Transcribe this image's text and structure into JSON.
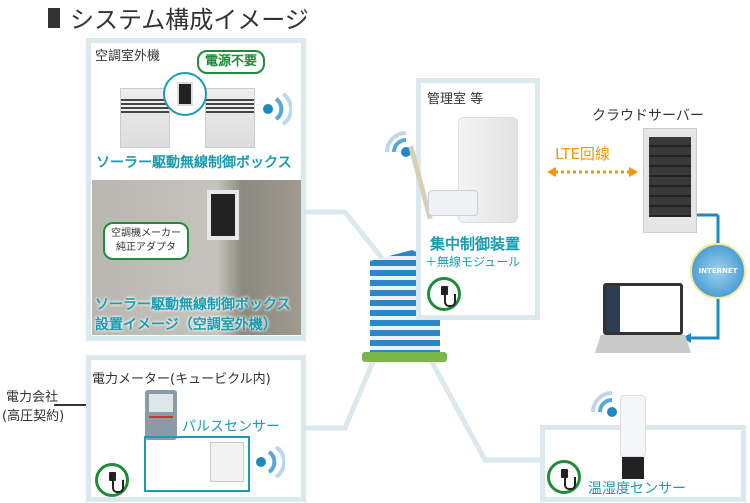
{
  "title": "システム構成イメージ",
  "outdoor": {
    "label": "空調室外機",
    "power_badge": "電源不要",
    "device_caption": "ソーラー駆動無線制御ボックス",
    "adapter_bubble_line1": "空調機メーカー",
    "adapter_bubble_line2": "純正アダプタ",
    "photo_caption_line1": "ソーラー駆動無線制御ボックス",
    "photo_caption_line2": "設置イメージ（空調室外機）"
  },
  "meter": {
    "label": "電力メーター(キュービクル内)",
    "supplier_line1": "電力会社",
    "supplier_line2": "(高圧契約)",
    "sensor_caption": "パルスセンサー"
  },
  "control": {
    "label": "管理室 等",
    "caption_line1": "集中制御装置",
    "caption_line2": "＋無線モジュール"
  },
  "cloud": {
    "label": "クラウドサーバー",
    "link_label": "LTE回線",
    "internet_label": "INTERNET"
  },
  "sensor": {
    "caption": "温湿度センサー"
  },
  "colors": {
    "teal": "#1a9cb0",
    "orange": "#f39800",
    "green": "#1e8c3a",
    "blue": "#1f8ac0",
    "frame": "#dbe8ec"
  }
}
